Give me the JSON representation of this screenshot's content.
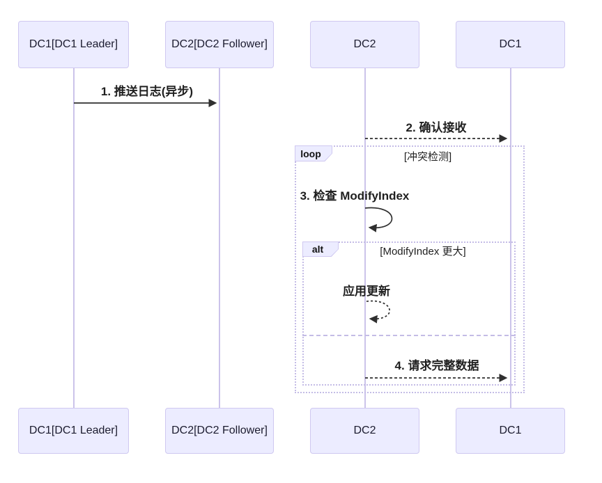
{
  "colors": {
    "actor_fill": "#ECECFF",
    "actor_border": "#CFC8F0",
    "lifeline": "#CBC3EA",
    "frame_border": "#C4BCE6",
    "arrow": "#2F2F2F",
    "text": "#1B1B2E"
  },
  "diagram": {
    "participants": [
      {
        "label": "DC1[DC1 Leader]"
      },
      {
        "label": "DC2[DC2 Follower]"
      },
      {
        "label": "DC2"
      },
      {
        "label": "DC1"
      }
    ],
    "messages": [
      {
        "label": "1. 推送日志(异步)",
        "type": "solid-arrow",
        "from": "DC1[DC1 Leader]",
        "to": "DC2[DC2 Follower]"
      },
      {
        "label": "2. 确认接收",
        "type": "dashed-arrow",
        "from": "DC2",
        "to": "DC1"
      },
      {
        "label": "3. 检查 ModifyIndex",
        "type": "self-solid",
        "from": "DC2",
        "to": "DC2"
      },
      {
        "label": "应用更新",
        "type": "self-dashed",
        "from": "DC2",
        "to": "DC2"
      },
      {
        "label": "4. 请求完整数据",
        "type": "dashed-arrow",
        "from": "DC2",
        "to": "DC1"
      }
    ],
    "frames": {
      "loop": {
        "label": "loop",
        "condition": "[冲突检测]"
      },
      "alt": {
        "label": "alt",
        "condition": "[ModifyIndex 更大]"
      }
    }
  }
}
